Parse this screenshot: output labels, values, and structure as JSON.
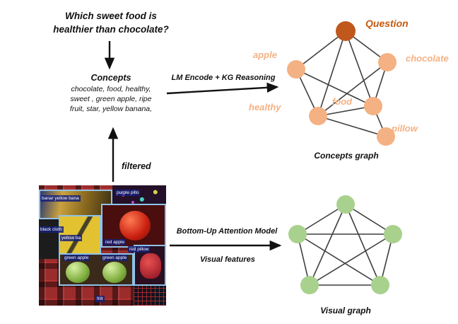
{
  "question": {
    "line1": "Which sweet food is",
    "line2": "healthier than chocolate?"
  },
  "concepts": {
    "title": "Concepts",
    "lines": [
      "chocolate, food, healthy,",
      "sweet ,   green apple, ripe",
      "fruit, star, yellow banana,"
    ]
  },
  "flow": {
    "lm_label": "LM Encode + KG Reasoning",
    "filtered_label": "filtered",
    "attention_label": "Bottom-Up Attention Model",
    "visual_features_label": "Visual features"
  },
  "concepts_graph": {
    "caption": "Concepts graph",
    "labels": {
      "question": "Question",
      "apple": "apple",
      "chocolate": "chocolate",
      "healthy": "healthy",
      "food": "food",
      "pillow": "pillow"
    }
  },
  "visual_graph": {
    "caption": "Visual graph"
  },
  "collage": {
    "labels": [
      "banar yellow bana",
      "purple pillo",
      "black cloth",
      "yellow ba",
      "red apple",
      "red pillow",
      "green apple",
      "green apple",
      "frilt"
    ]
  },
  "colors": {
    "concept_node": "#f4b183",
    "question_node": "#c0571c",
    "question_label": "#c55a11",
    "concept_label": "#f4b183",
    "visual_node": "#a9d18e",
    "edge": "#3f3f3f",
    "caption": "#111111",
    "arrow": "#111111"
  }
}
